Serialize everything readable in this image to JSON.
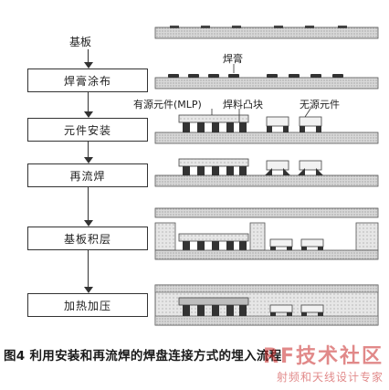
{
  "start_label": "基板",
  "steps": [
    {
      "label": "焊膏涂布"
    },
    {
      "label": "元件安装"
    },
    {
      "label": "再流焊"
    },
    {
      "label": "基板积层"
    },
    {
      "label": "加热加压"
    }
  ],
  "annotations": {
    "solder_paste": "焊膏",
    "active_component": "有源元件(MLP)",
    "solder_bump": "焊料凸块",
    "passive_component": "无源元件"
  },
  "caption": "图4  利用安装和再流焊的焊盘连接方式的埋入流程",
  "watermark": {
    "main": "RF技术社区",
    "sub": "射频和天线设计专家"
  }
}
